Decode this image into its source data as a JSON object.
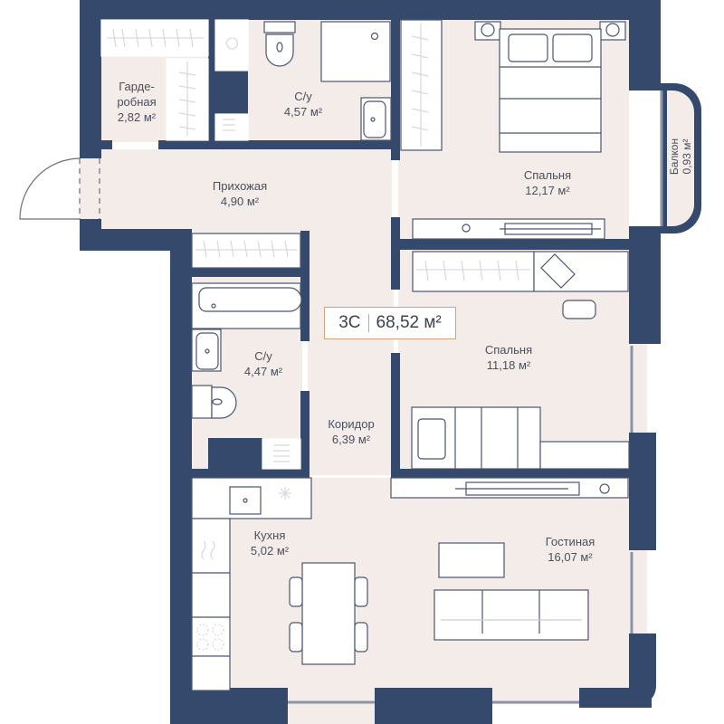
{
  "plan": {
    "type_label": "3С",
    "total_area": "68,52 м²",
    "colors": {
      "wall": "#34496b",
      "floor": "#f4ece9",
      "furniture_fill": "#ffffff",
      "furniture_stroke": "#4a5570",
      "badge_border": "#d2a27a",
      "text": "#4a4f5c"
    },
    "rooms": [
      {
        "id": "wardrobe",
        "name_line1": "Гарде-",
        "name_line2": "робная",
        "area": "2,82 м²"
      },
      {
        "id": "bathroom-1",
        "name": "С/у",
        "area": "4,57 м²"
      },
      {
        "id": "hallway",
        "name": "Прихожая",
        "area": "4,90 м²"
      },
      {
        "id": "bedroom-1",
        "name": "Спальня",
        "area": "12,17 м²"
      },
      {
        "id": "balcony",
        "name": "Балкон",
        "area": "0,93 м²"
      },
      {
        "id": "bathroom-2",
        "name": "С/у",
        "area": "4,47 м²"
      },
      {
        "id": "bedroom-2",
        "name": "Спальня",
        "area": "11,18 м²"
      },
      {
        "id": "corridor",
        "name": "Коридор",
        "area": "6,39 м²"
      },
      {
        "id": "kitchen",
        "name": "Кухня",
        "area": "5,02 м²"
      },
      {
        "id": "living-room",
        "name": "Гостиная",
        "area": "16,07 м²"
      }
    ]
  }
}
